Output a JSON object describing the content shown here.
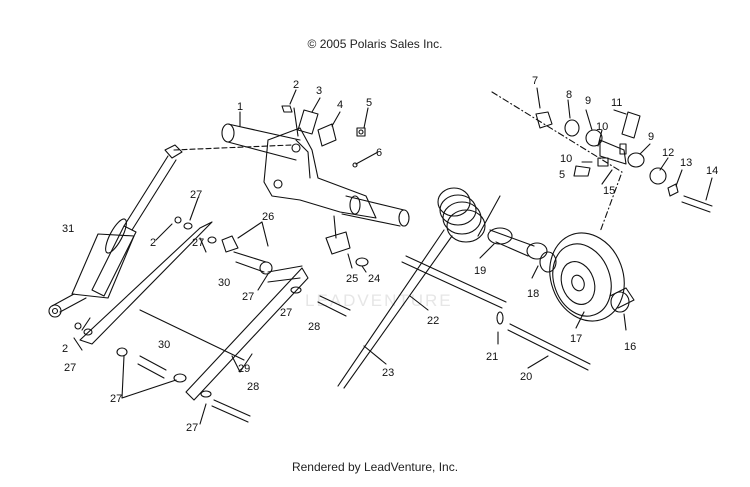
{
  "header": {
    "copyright": "© 2005 Polaris Sales Inc."
  },
  "footer": {
    "rendered_by": "Rendered by LeadVenture, Inc."
  },
  "watermark": {
    "text": "LEADVENTURE"
  },
  "callouts": {
    "c1": "1",
    "c2a": "2",
    "c2b": "2",
    "c2c": "2",
    "c3": "3",
    "c4": "4",
    "c5a": "5",
    "c5b": "5",
    "c6": "6",
    "c7": "7",
    "c8": "8",
    "c9a": "9",
    "c9b": "9",
    "c10a": "10",
    "c10b": "10",
    "c11": "11",
    "c12": "12",
    "c13": "13",
    "c14": "14",
    "c15": "15",
    "c16": "16",
    "c17": "17",
    "c18": "18",
    "c19": "19",
    "c20": "20",
    "c21": "21",
    "c22": "22",
    "c23": "23",
    "c24": "24",
    "c25": "25",
    "c26": "26",
    "c27a": "27",
    "c27b": "27",
    "c27c": "27",
    "c27d": "27",
    "c27e": "27",
    "c27f": "27",
    "c28a": "28",
    "c28b": "28",
    "c29": "29",
    "c30a": "30",
    "c30b": "30",
    "c31": "31"
  }
}
